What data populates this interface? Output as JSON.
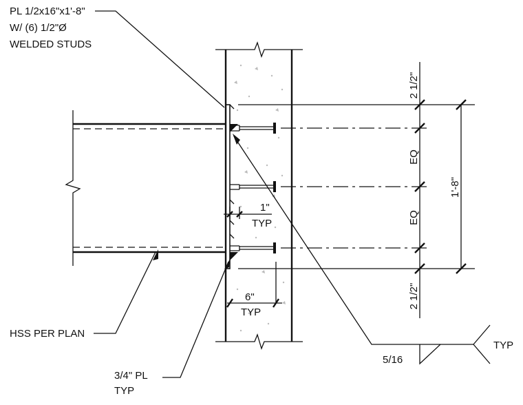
{
  "labels": {
    "plate_line1": "PL 1/2x16\"x1'-8\"",
    "plate_line2": "W/ (6) 1/2\"Ø",
    "plate_line3": "WELDED STUDS",
    "hss": "HSS PER PLAN",
    "stiffener_line1": "3/4\" PL",
    "stiffener_line2": "TYP",
    "weld_size": "5/16",
    "weld_note": "TYP"
  },
  "dimensions": {
    "top_edge": "2 1/2\"",
    "eq_upper": "EQ",
    "eq_lower": "EQ",
    "bottom_edge": "2 1/2\"",
    "overall": "1'-8\"",
    "stud_offset": "1\"",
    "stud_offset_note": "TYP",
    "stud_length": "6\"",
    "stud_length_note": "TYP"
  }
}
